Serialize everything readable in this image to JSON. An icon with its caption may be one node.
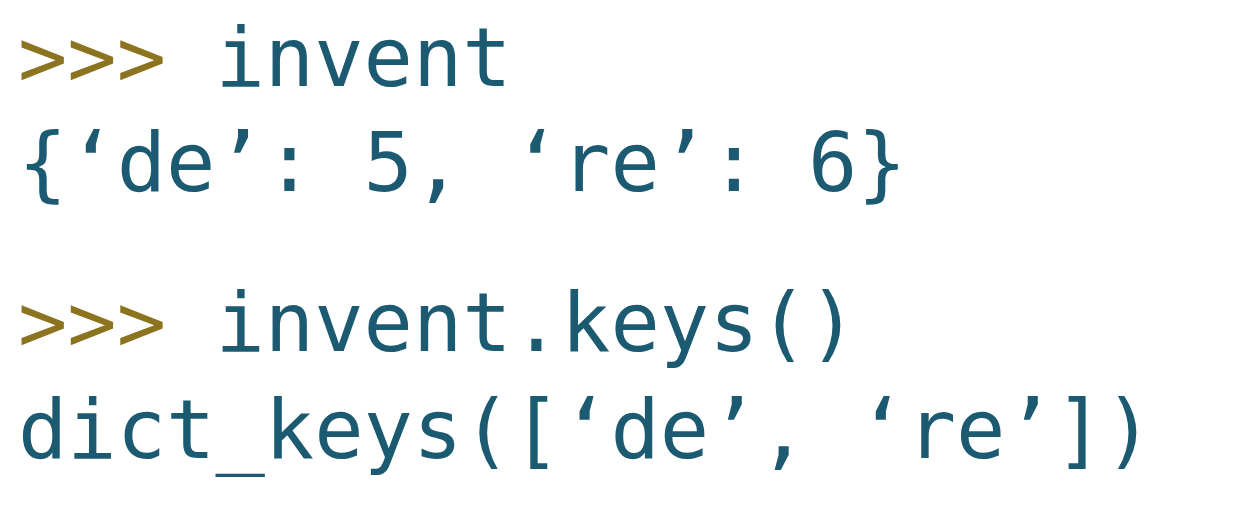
{
  "diagram": {
    "labels": [
      ">>> invent",
      "{‘de’: 5, ‘re’: 6}",
      ">>> invent.keys()",
      "dict_keys([‘de’, ‘re’])"
    ]
  }
}
